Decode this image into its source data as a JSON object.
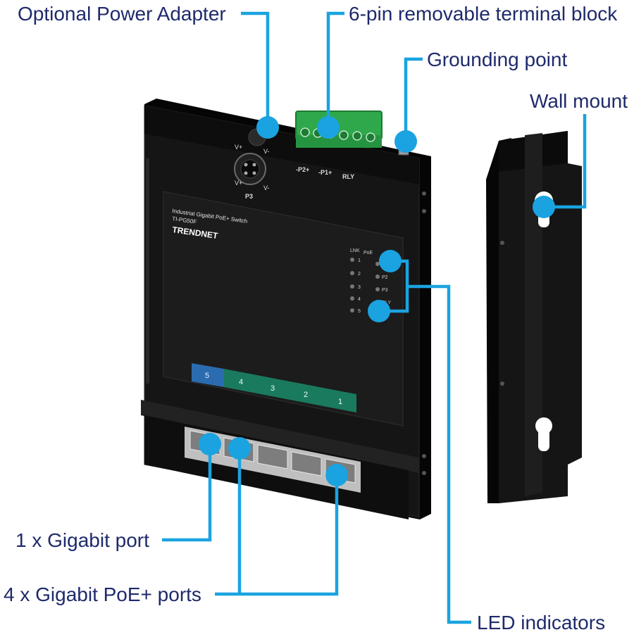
{
  "callouts": {
    "power_adapter": "Optional Power Adapter",
    "terminal_block": "6-pin removable terminal block",
    "grounding_point": "Grounding point",
    "wall_mount": "Wall mount",
    "gigabit_port": "1 x Gigabit port",
    "poe_ports": "4 x Gigabit PoE+ ports",
    "led_indicators": "LED indicators"
  },
  "device": {
    "model_line": "Industrial Gigabit PoE+ Switch",
    "model": "TI-PG50F",
    "brand": "TRENDNET",
    "power_labels": {
      "vplus_top": "V+",
      "vminus_top": "V-",
      "vplus_bottom": "V+",
      "vminus_bottom": "V-",
      "connector": "P3"
    },
    "terminal_labels": [
      "-P2+",
      "-P1+",
      "RLY"
    ],
    "led_headers": {
      "lnk": "LNK",
      "poe": "PoE"
    },
    "led_lnk": [
      "1",
      "2",
      "3",
      "4",
      "5"
    ],
    "led_poe": [
      "P1",
      "P2",
      "P3",
      "RLY"
    ],
    "port_numbers": [
      "5",
      "4",
      "3",
      "2",
      "1"
    ]
  },
  "colors": {
    "callout_line": "#1aa3e0",
    "callout_text": "#1f2a6b",
    "port5_band": "#2b6cb0",
    "poe_band": "#1a7a5e",
    "terminal_block": "#2ea84a",
    "housing": "#121212"
  }
}
